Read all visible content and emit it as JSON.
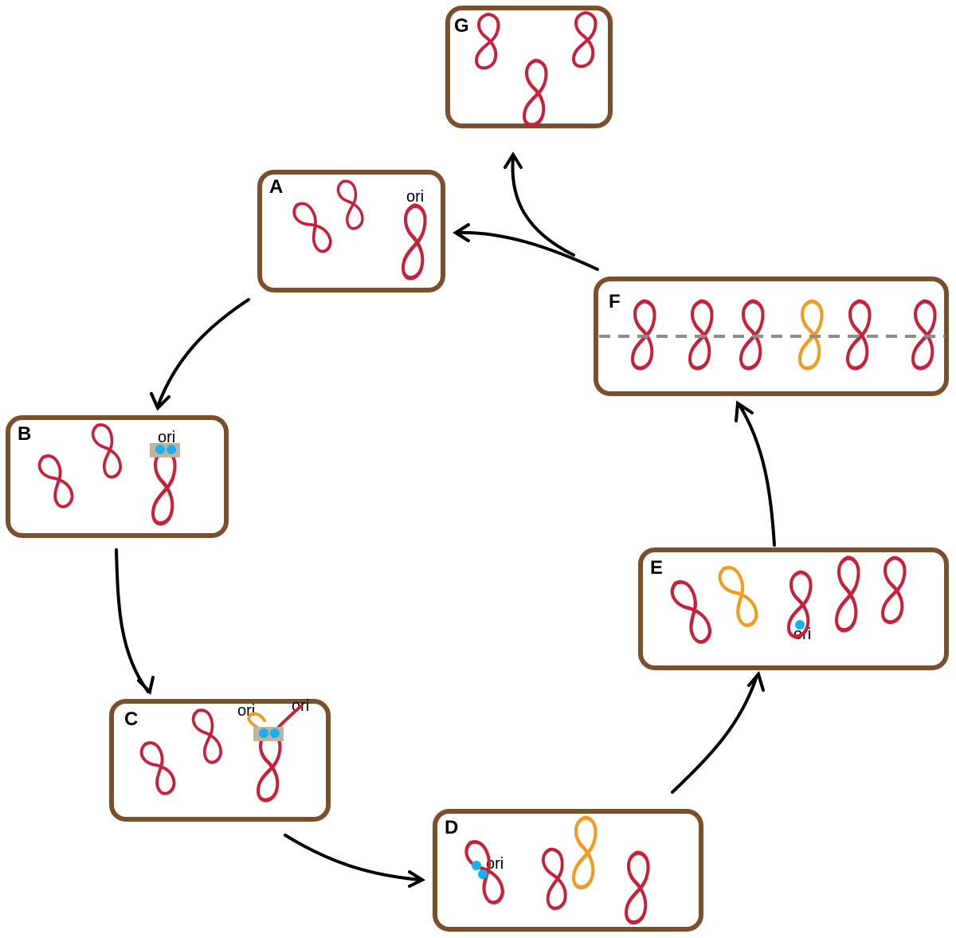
{
  "colors": {
    "cell_border": "#7a4f2a",
    "plasmid": "#c8203a",
    "new_plasmid": "#f29b21",
    "replication_protein": "#1ab0ee",
    "protein_complex": "#c2b49a",
    "arrow": "#000000",
    "division_line": "#8c8c8c"
  },
  "cells": {
    "A": {
      "label": "A",
      "ori": "ori"
    },
    "B": {
      "label": "B",
      "ori": "ori"
    },
    "C": {
      "label": "C",
      "ori_1": "ori",
      "ori_2": "ori"
    },
    "D": {
      "label": "D",
      "ori": "ori"
    },
    "E": {
      "label": "E",
      "ori": "ori"
    },
    "F": {
      "label": "F"
    },
    "G": {
      "label": "G"
    }
  }
}
